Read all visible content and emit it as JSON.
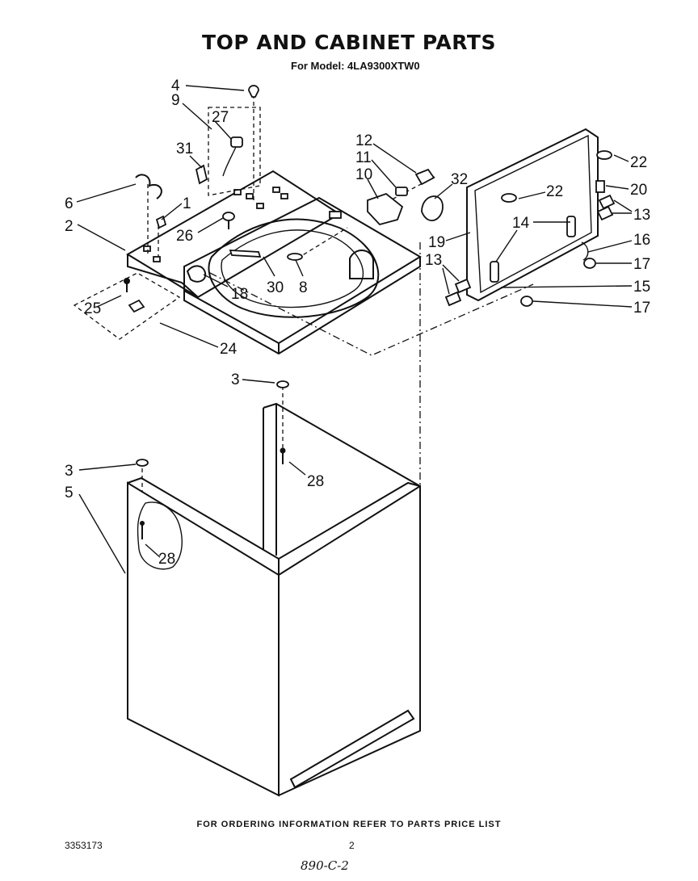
{
  "header": {
    "title": "TOP AND CABINET PARTS",
    "model": "For Model: 4LA9300XTW0"
  },
  "callouts": {
    "p2": "2",
    "p3a": "3",
    "p3b": "3",
    "p4": "4",
    "p5": "5",
    "p6": "6",
    "p1": "1",
    "p8": "8",
    "p9": "9",
    "p10": "10",
    "p11": "11",
    "p12": "12",
    "p13a": "13",
    "p13b": "13",
    "p14": "14",
    "p15": "15",
    "p16": "16",
    "p17a": "17",
    "p17b": "17",
    "p18": "18",
    "p19": "19",
    "p20": "20",
    "p22a": "22",
    "p22b": "22",
    "p24": "24",
    "p25": "25",
    "p26": "26",
    "p27": "27",
    "p28a": "28",
    "p28b": "28",
    "p30": "30",
    "p31": "31",
    "p32": "32"
  },
  "footer": {
    "ordering_note": "FOR ORDERING INFORMATION REFER TO PARTS PRICE LIST",
    "document_number": "3353173",
    "page_number": "2",
    "handwritten": "890-C-2"
  }
}
